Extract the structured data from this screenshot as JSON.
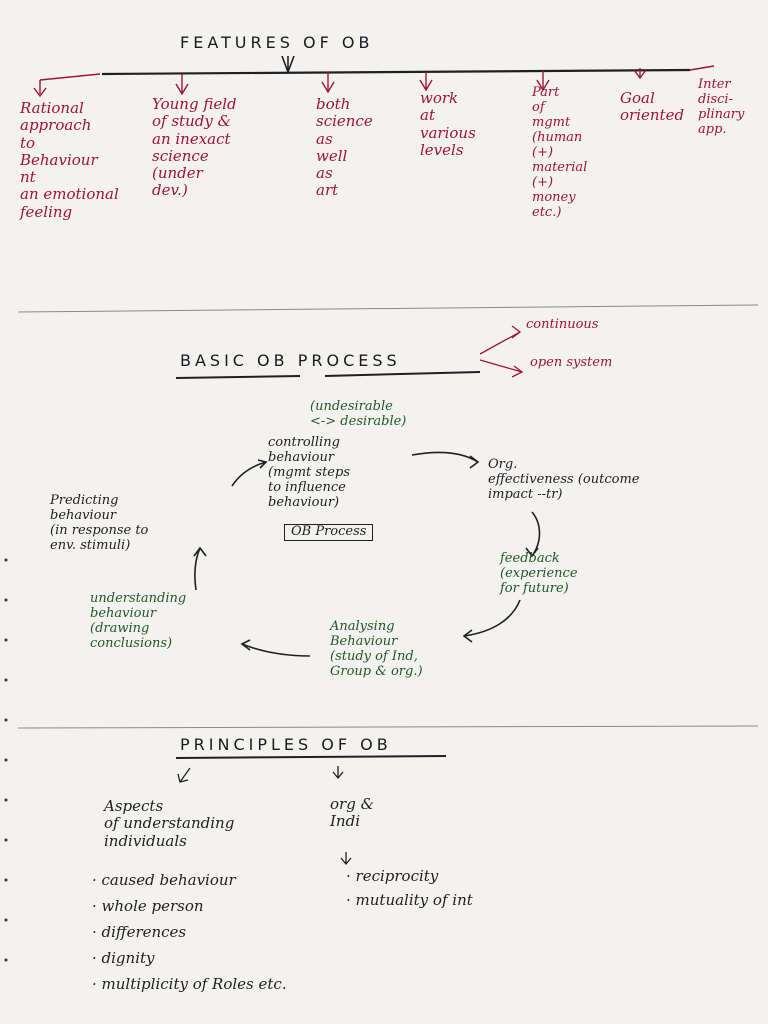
{
  "features": {
    "title": "FEATURES OF OB",
    "items": [
      "Rational\napproach\nto\nBehaviour\nnt\nan emotional\nfeeling",
      "Young field\nof study &\nan inexact\nscience\n(under\ndev.)",
      "both\nscience\nas\nwell\nas\nart",
      "work\nat\nvarious\nlevels",
      "Part\nof\nmgmt\n(human\n(+)\nmaterial\n(+)\nmoney\netc.)",
      "Goal\noriented",
      "Inter\ndisci-\nplinary\napp."
    ]
  },
  "process": {
    "title": "BASIC OB PROCESS",
    "branches": [
      "continuous",
      "open system"
    ],
    "desirable_note": "(undesirable\n<-> desirable)",
    "controlling": "controlling\nbehaviour\n(mgmt steps\nto influence\nbehaviour)",
    "effectiveness": "Org.\neffectiveness (outcome\nimpact --tr)",
    "feedback": "feedback\n(experience\nfor future)",
    "analysing": "Analysing\nBehaviour\n(study of Ind,\nGroup & org.)",
    "understanding": "understanding\nbehaviour\n(drawing\nconclusions)",
    "predicting": "Predicting\nbehaviour\n(in response to\nenv. stimuli)",
    "center_label": "OB Process"
  },
  "principles": {
    "title": "PRINCIPLES OF OB",
    "left_heading": "Aspects\nof understanding\nindividuals",
    "left_items": [
      "· caused behaviour",
      "· whole person",
      "· differences",
      "· dignity",
      "· multiplicity of Roles etc."
    ],
    "right_heading": "org &\nIndi",
    "right_items": [
      "· reciprocity",
      "· mutuality of int"
    ]
  }
}
